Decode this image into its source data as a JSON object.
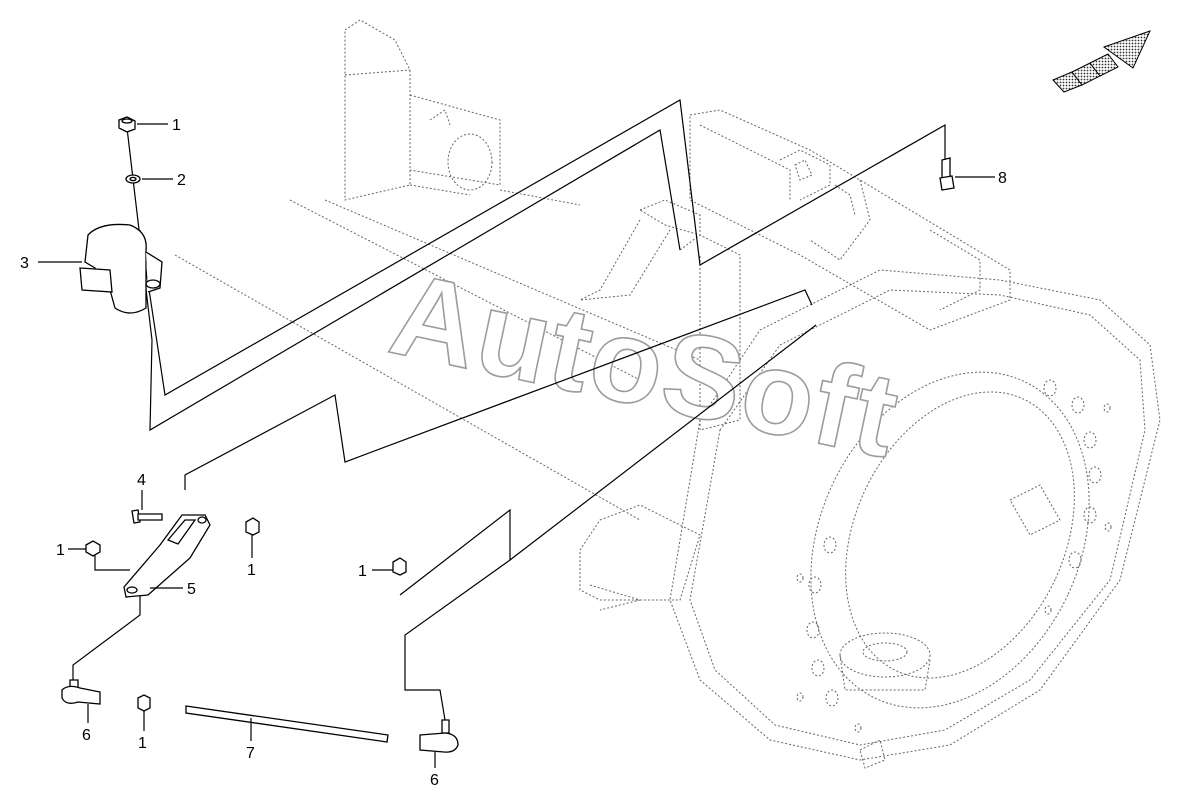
{
  "callouts": {
    "c1_top": "1",
    "c2": "2",
    "c3": "3",
    "c8": "8",
    "c4": "4",
    "c1_left": "1",
    "c1_right": "1",
    "c5": "5",
    "c1_mid": "1",
    "c6_left": "6",
    "c1_bottom": "1",
    "c7": "7",
    "c6_right": "6"
  },
  "watermark": "AutoSoft",
  "icons": {
    "direction": "direction-arrow-icon"
  }
}
